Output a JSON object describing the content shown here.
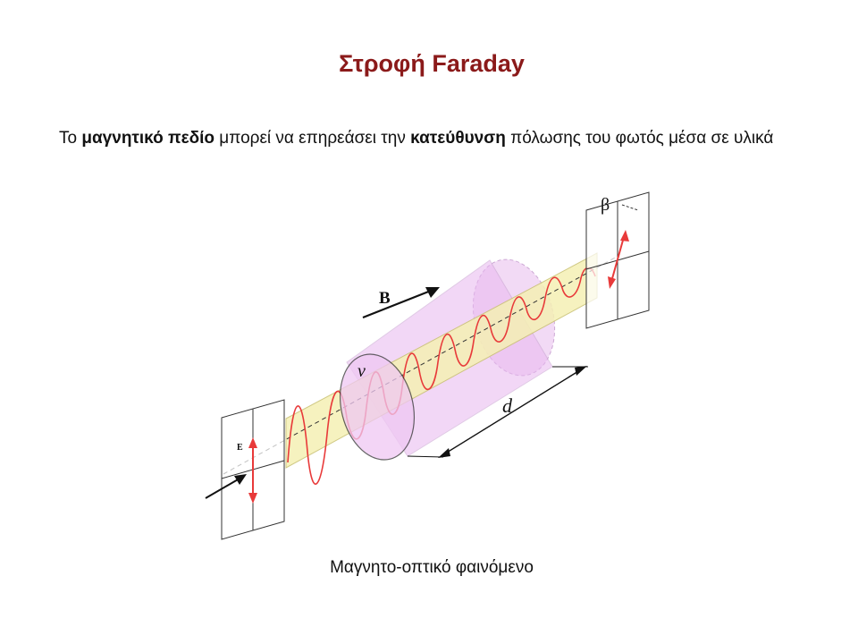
{
  "title": "Στροφή Faraday",
  "intro": {
    "part1": "Το ",
    "bold1": "μαγνητικό πεδίο",
    "part2": " μπορεί να επηρεάσει την ",
    "bold2": "κατεύθυνση",
    "part3": " πόλωσης του φωτός μέσα σε υλικά"
  },
  "diagram": {
    "label_B": "B",
    "label_E": "E",
    "label_beta": "β",
    "label_nu": "ν",
    "label_d": "d",
    "colors": {
      "wave": "#e83a3a",
      "cylinder": "#e9b8f0",
      "polarization_plane": "#f5f0b4",
      "arrows": "#111111"
    }
  },
  "caption": "Μαγνητο-οπτικό φαινόμενο"
}
